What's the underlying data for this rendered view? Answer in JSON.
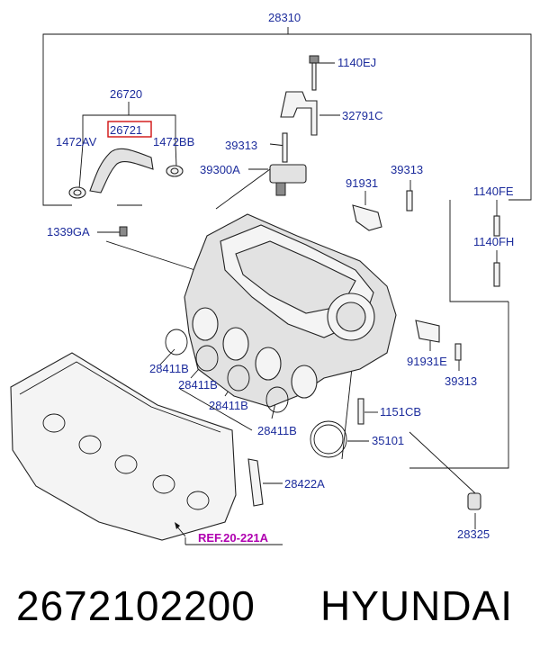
{
  "labels": {
    "p28310": "28310",
    "p1140EJ": "1140EJ",
    "p26720": "26720",
    "p32791C": "32791C",
    "p26721": "26721",
    "p1472AV": "1472AV",
    "p1472BB": "1472BB",
    "p39313a": "39313",
    "p39300A": "39300A",
    "p39313b": "39313",
    "p91931": "91931",
    "p1140FE": "1140FE",
    "p1339GA": "1339GA",
    "p1140FH": "1140FH",
    "p28411Ba": "28411B",
    "p91931E": "91931E",
    "p28411Bb": "28411B",
    "p39313c": "39313",
    "p28411Bc": "28411B",
    "p1151CB": "1151CB",
    "p28411Bd": "28411B",
    "p35101": "35101",
    "p28422A": "28422A",
    "p28325": "28325",
    "ref": "REF.20-221A"
  },
  "colors": {
    "label": "#1c2c9c",
    "ref": "#b000b0",
    "highlight_box": "#d01010"
  },
  "caption": {
    "part_number": "2672102200",
    "brand": "HYUNDAI"
  }
}
